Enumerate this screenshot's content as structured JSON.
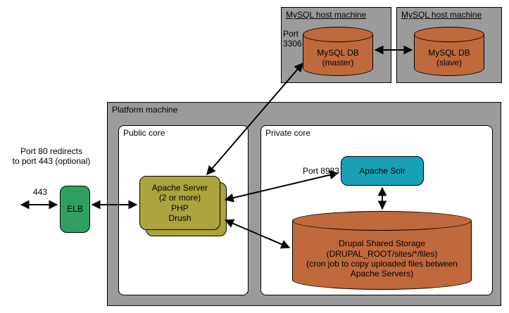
{
  "colors": {
    "machine_gray": "#9b9b9b",
    "db_orange": "#c0693c",
    "apache_olive": "#aba43c",
    "solr_teal": "#18a1b5",
    "elb_green": "#2fa05f"
  },
  "left_side": {
    "note": "Port 80 redirects\nto port 443 (optional)",
    "port_443": "443",
    "elb_label": "ELB"
  },
  "mysql_hosts": {
    "host1": {
      "title": "MySQL host machine",
      "port": "Port\n3306",
      "db": "MySQL DB\n(master)"
    },
    "host2": {
      "title": "MySQL host machine",
      "db": "MySQL DB\n(slave)"
    }
  },
  "platform": {
    "title": "Platform machine",
    "public_core": {
      "title": "Public core",
      "apache": "Apache Server\n(2 or more)\nPHP\nDrush"
    },
    "private_core": {
      "title": "Private core",
      "solr_port": "Port 8983",
      "solr": "Apache Solr",
      "storage": "Drupal Shared Storage\n(DRUPAL_ROOT/sites/*/files)\n(cron job to copy uploaded files between\nApache Servers)"
    }
  }
}
